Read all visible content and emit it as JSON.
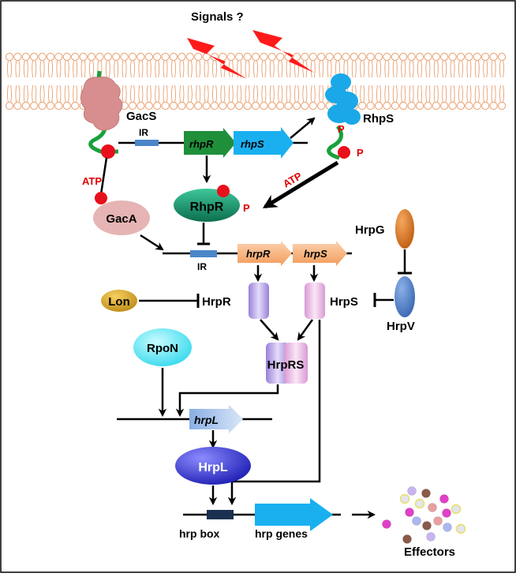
{
  "title": "Signals ?",
  "membrane": {
    "lipid_color": "#e8a070"
  },
  "labels": {
    "gacS": "GacS",
    "rhpS_sensor": "RhpS",
    "ir1": "IR",
    "ir2": "IR",
    "gene_rhpR": "rhpR",
    "gene_rhpS": "rhpS",
    "atp1": "ATP",
    "atp2": "ATP",
    "p1": "P",
    "p2": "P",
    "p3": "P",
    "gacA": "GacA",
    "rhpR_protein": "RhpR",
    "hrpG": "HrpG",
    "gene_hrpR": "hrpR",
    "gene_hrpS": "hrpS",
    "lon": "Lon",
    "hrpR_protein": "HrpR",
    "hrpS_protein": "HrpS",
    "hrpV": "HrpV",
    "rpoN": "RpoN",
    "hrpRS": "HrpRS",
    "gene_hrpL": "hrpL",
    "hrpL_protein": "HrpL",
    "hrp_box": "hrp box",
    "hrp_genes": "hrp genes",
    "effectors": "Effectors"
  },
  "colors": {
    "signal": "#ff1a1a",
    "phospho": "#e8101a",
    "red_text": "#e00000",
    "gacS": "#d88e8e",
    "rhpS": "#1aa8e8",
    "tail": "#1aa03c",
    "gene_rhpR": "#1f8f3a",
    "gene_rhpS": "#1ab0f0",
    "ir_box": "#4a86c8",
    "gacA": "#e6b4b4",
    "rhpR": "#1a9a70",
    "hrpG": "#d46a10",
    "hrp_gene_arrow": "#f7b27a",
    "lon": "#d8a010",
    "hrpV": "#3a6cb8",
    "hrpR": "#b49ae0",
    "hrpS": "#e8b0e0",
    "rpoN": "#44e0f0",
    "hrpL": "#2424c8",
    "gene_hrpL": "#a8c4ec",
    "hrp_box": "#1a3050",
    "hrp_genes": "#1ab0f0"
  },
  "effector_colors": [
    "#c8b4f0",
    "#e040c8",
    "#e8a0a0",
    "#8a5a4a",
    "#aab8f0",
    "#e4e4f0"
  ]
}
